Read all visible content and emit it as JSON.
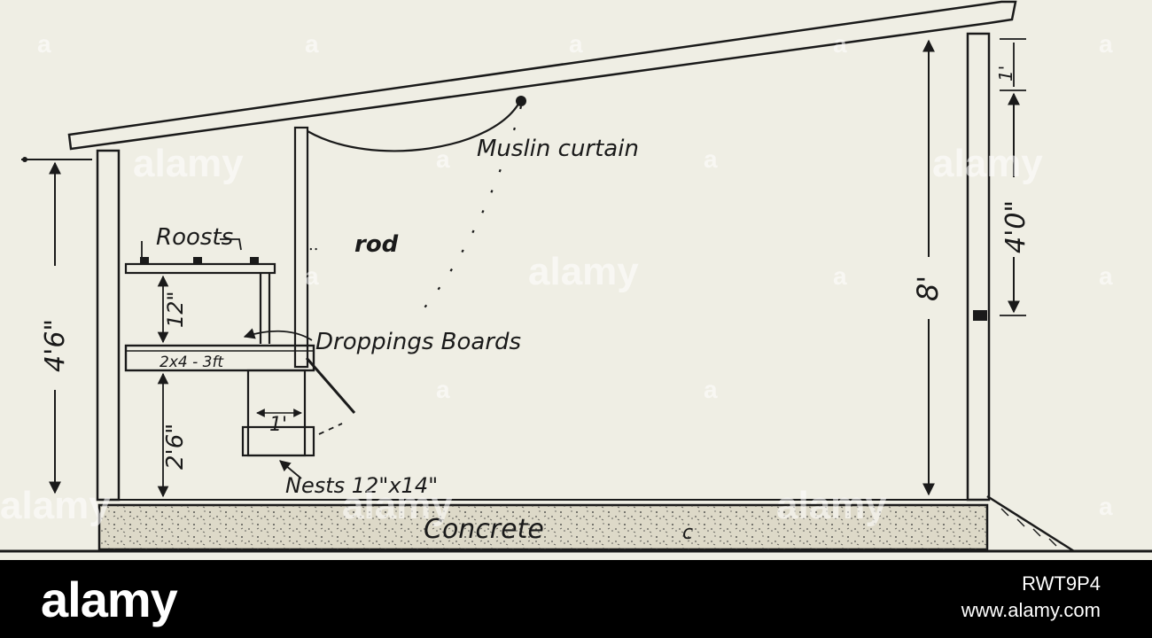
{
  "labels": {
    "muslin_curtain": "Muslin curtain",
    "roosts": "Roosts",
    "rod": "rod",
    "droppings_boards": "Droppings Boards",
    "nests": "Nests 12\"x14\"",
    "concrete": "Concrete",
    "board_size": "2x4 - 3ft",
    "nest_width": "1'"
  },
  "dimensions": {
    "front_height": "4'6\"",
    "roost_spacing": "12\"",
    "board_height": "2'6\"",
    "back_height": "8'",
    "opening_height": "4'0\"",
    "top_dim": "1'"
  },
  "watermark": {
    "text": "alamy",
    "letter": "a"
  },
  "footer": {
    "brand": "alamy",
    "image_id": "RWT9P4",
    "site": "www.alamy.com"
  },
  "colors": {
    "ink": "#1a1a1a",
    "paper": "#efeee4",
    "footer_bg": "#000000"
  }
}
